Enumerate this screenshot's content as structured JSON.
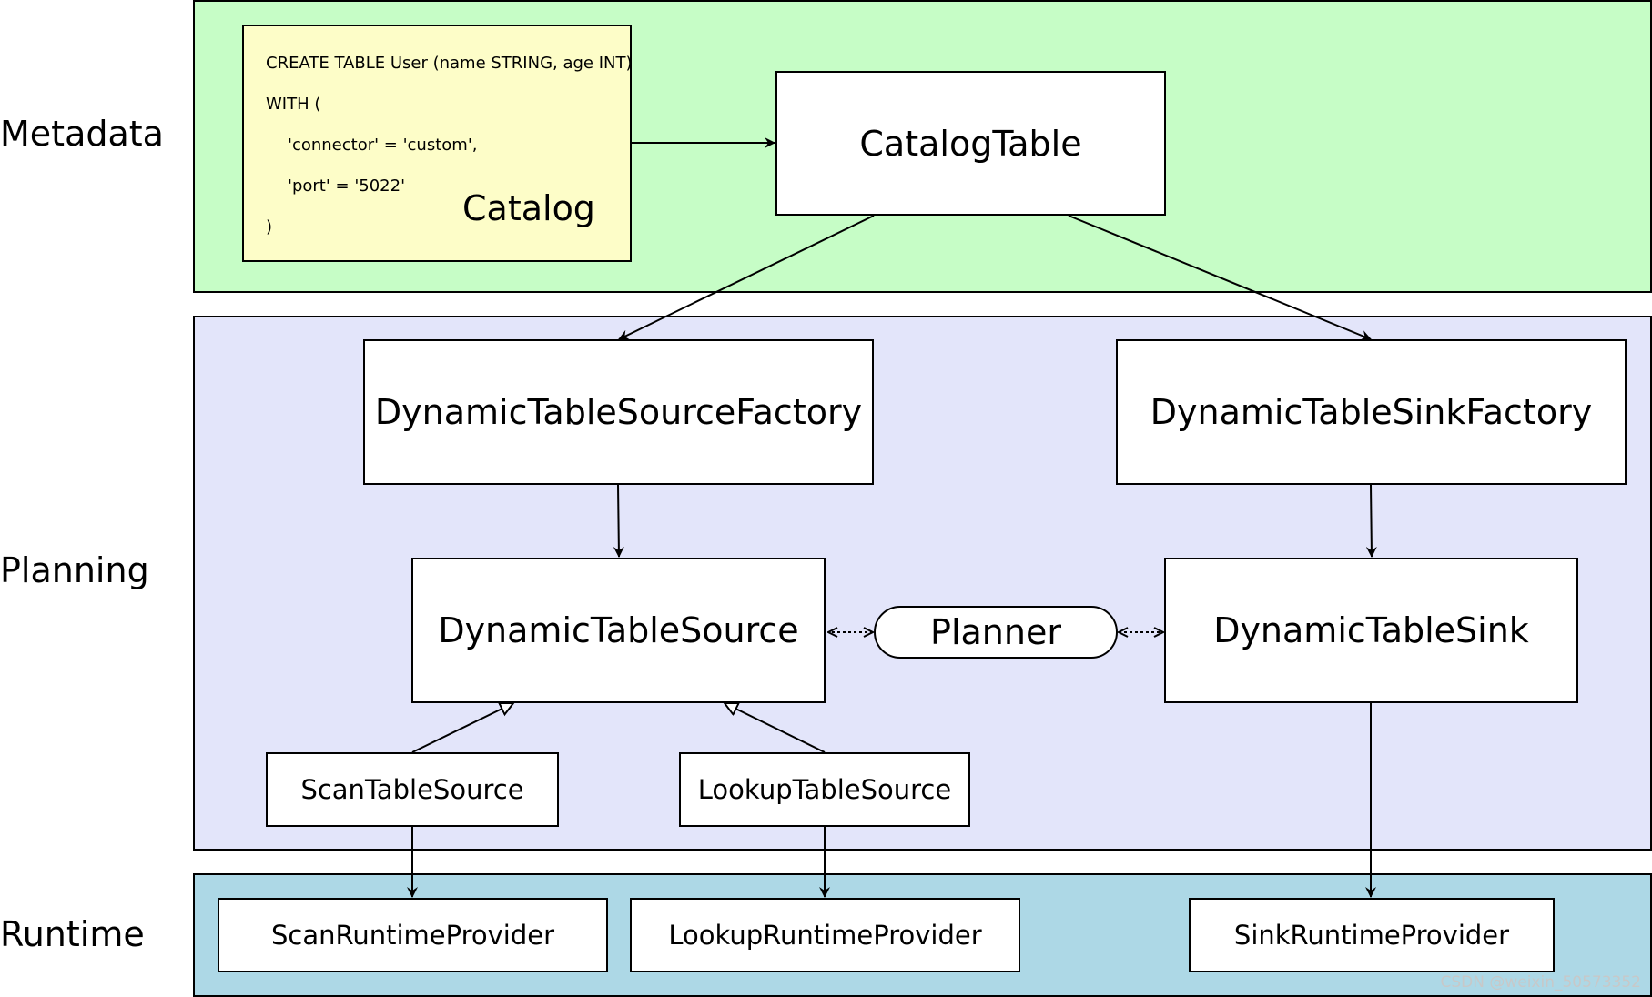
{
  "colors": {
    "metadata_bg": "#c6fdc6",
    "planning_bg": "#e3e5fa",
    "runtime_bg": "#add8e6",
    "catalog_note_bg": "#fdfdc8"
  },
  "layers": {
    "metadata": "Metadata",
    "planning": "Planning",
    "runtime": "Runtime"
  },
  "catalog": {
    "code_lines": [
      "CREATE TABLE User (name STRING, age INT)",
      "WITH (",
      "'connector' = 'custom',",
      "'port' = '5022'",
      ")"
    ],
    "label": "Catalog"
  },
  "nodes": {
    "catalog_table": "CatalogTable",
    "source_factory": "DynamicTableSourceFactory",
    "sink_factory": "DynamicTableSinkFactory",
    "table_source": "DynamicTableSource",
    "planner": "Planner",
    "table_sink": "DynamicTableSink",
    "scan_source": "ScanTableSource",
    "lookup_source": "LookupTableSource",
    "scan_runtime": "ScanRuntimeProvider",
    "lookup_runtime": "LookupRuntimeProvider",
    "sink_runtime": "SinkRuntimeProvider"
  },
  "watermark": "CSDN @weixin_50573352"
}
